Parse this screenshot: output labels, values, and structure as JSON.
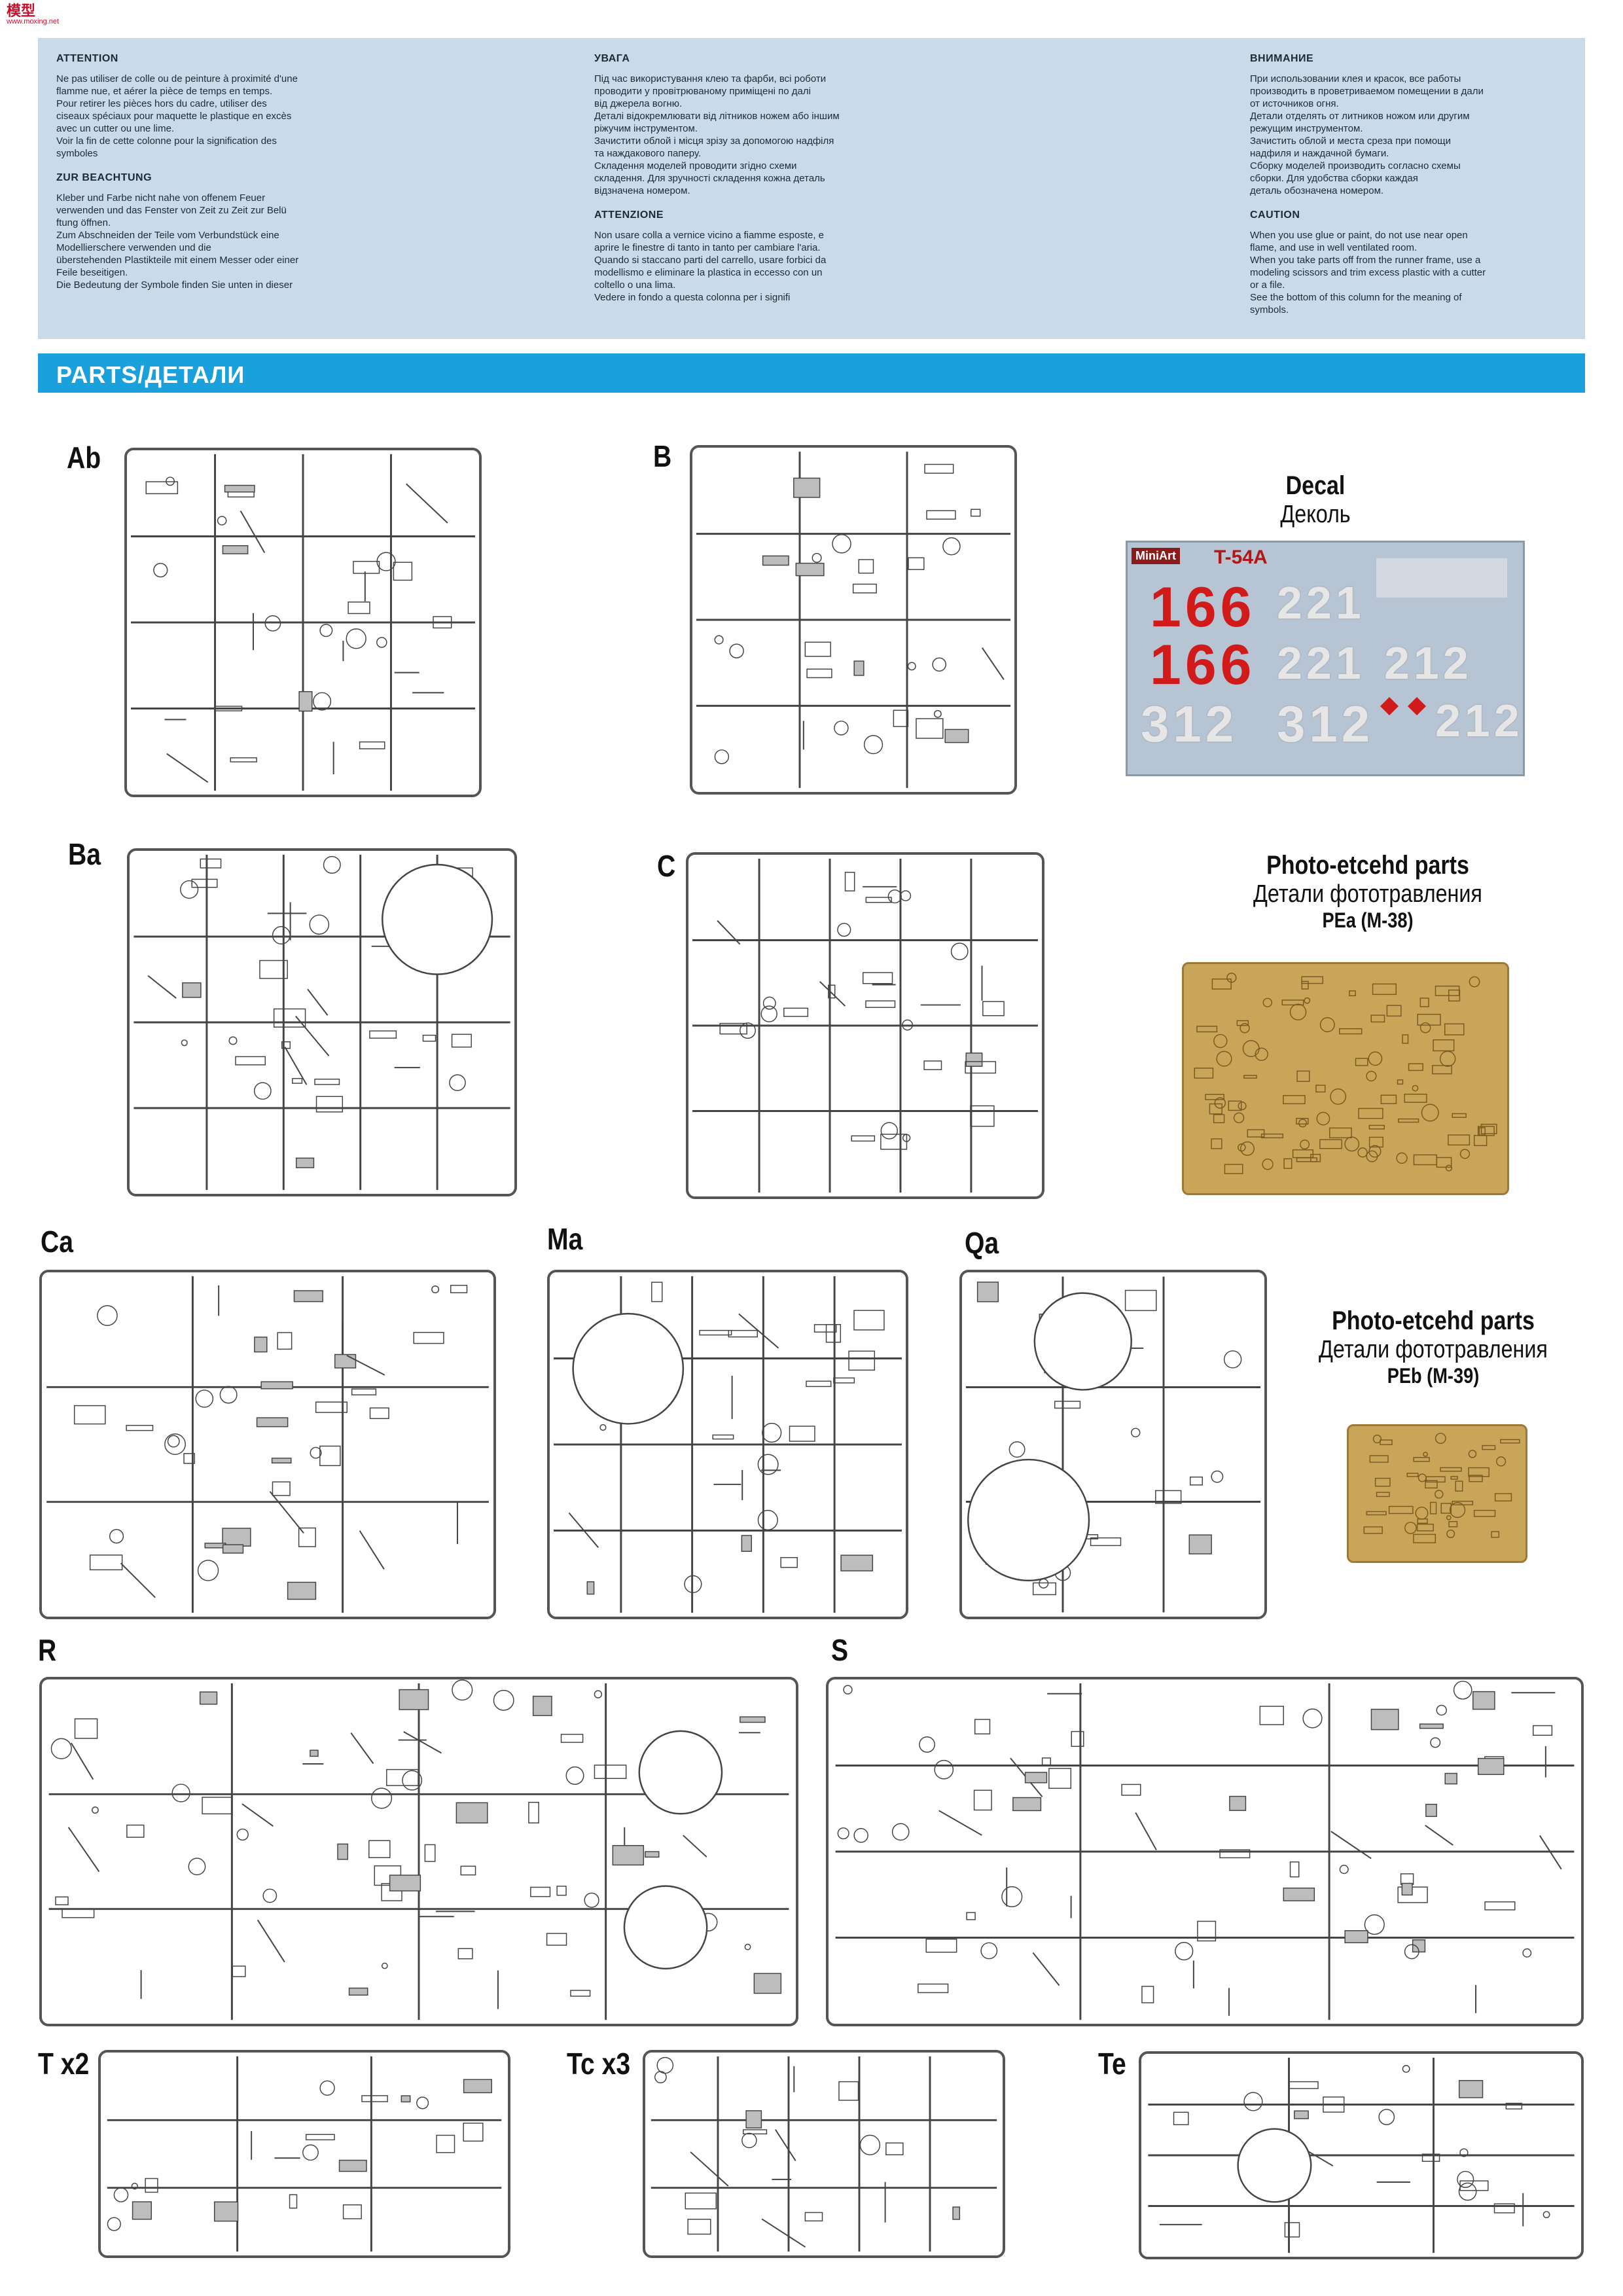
{
  "watermark": {
    "logo": "模型",
    "sub": "www.moxing.net"
  },
  "info": {
    "fr": {
      "title": "ATTENTION",
      "text": "Ne pas utiliser de colle ou de peinture à proximité d'une\nflamme nue, et aérer la pièce de temps en temps.\nPour retirer les pièces hors du cadre, utiliser des\nciseaux spéciaux pour maquette le plastique en excès\navec un cutter ou une lime.\nVoir la fin de cette colonne pour la signification des\nsymboles"
    },
    "de": {
      "title": "ZUR BEACHTUNG",
      "text": "Kleber und Farbe nicht nahe von offenem Feuer\nverwenden und das Fenster von Zeit zu Zeit zur Belü\nftung öffnen.\nZum Abschneiden  der Teile vom Verbundstück eine\nModellierschere   verwenden   und   die\nüberstehenden Plastikteile mit einem Messer oder einer\nFeile beseitigen.\nDie Bedeutung der Symbole finden Sie unten in dieser"
    },
    "ua": {
      "title": "УВАГА",
      "text": "Під час використування клею та фарби, всі роботи\nпроводити у провітрюваному  приміщені  по  далі\nвід джерела    вогню.\nДеталі відокремлювати від літников ножем або іншим\nріжучим інструментом.\nЗачистити облой і місця зрізу за допомогою надфіля\nта наждакового паперу.\nСкладення моделей проводити згідно  схеми\nскладення. Для зручності складення кожна деталь\nвідзначена номером."
    },
    "it": {
      "title": "ATTENZIONE",
      "text": "Non usare colla a vernice vicino a fiamme esposte, e\naprire le finestre di tanto in tanto per cambiare l'aria.\nQuando si staccano parti del carrello, usare forbici da\nmodellismo e eliminare la plastica in eccesso con un\ncoltello o una lima.\nVedere in fondo a questa colonna per i signifi"
    },
    "ru": {
      "title": "ВНИМАНИЕ",
      "text": "При использовании клея и красок, все работы\nпроизводить в проветриваемом помещении в дали\nот источников огня.\nДетали отделять от литников ножом или другим\nрежущим инструментом.\nЗачистить облой и места среза при помощи\nнадфиля и наждачной бумаги.\nСборку моделей производить согласно схемы\nсборки. Для удобства сборки каждая\nдеталь обозначена номером."
    },
    "en": {
      "title": "CAUTION",
      "text": "When you use glue or paint, do not use near open\nflame, and use in well ventilated room.\nWhen you take parts off from the runner frame, use a\nmodeling scissors and trim excess plastic with a cutter\nor a file.\nSee the bottom of this column for the meaning of\nsymbols."
    }
  },
  "section_title": "PARTS/ДЕТАЛИ",
  "sprues": {
    "ab": "Ab",
    "b": "B",
    "ba": "Ba",
    "c": "C",
    "ca": "Ca",
    "ma": "Ma",
    "qa": "Qa",
    "r": "R",
    "s": "S",
    "t": "T x2",
    "tc": "Tc x3",
    "te": "Te"
  },
  "decal": {
    "title_en": "Decal",
    "title_ru": "Деколь",
    "brand": "MiniArt",
    "model": "T-54A",
    "numbers": [
      "166",
      "166",
      "221",
      "221",
      "312",
      "312",
      "212",
      "212"
    ]
  },
  "pea": {
    "title_en": "Photo-etcehd parts",
    "title_ru": "Детали фототравления",
    "code": "PEa (M-38)"
  },
  "peb": {
    "title_en": "Photo-etcehd parts",
    "title_ru": "Детали фототравления",
    "code": "PEb (M-39)"
  }
}
